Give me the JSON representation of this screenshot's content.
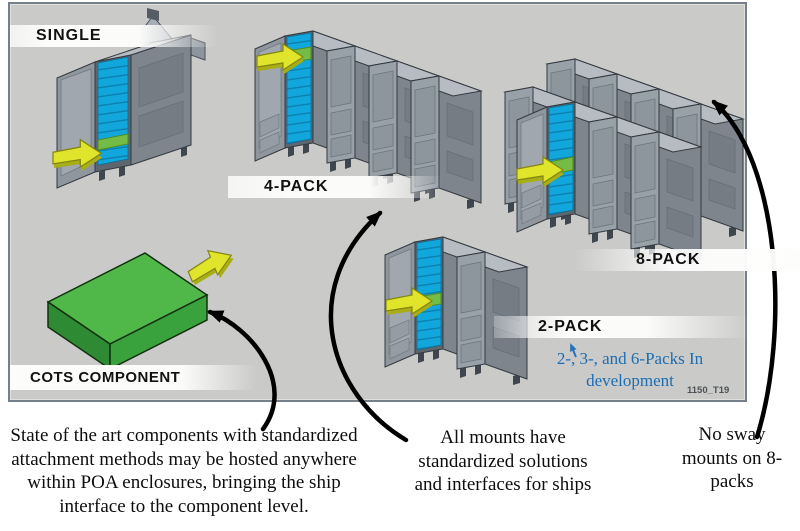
{
  "panel": {
    "labels": {
      "single": "SINGLE",
      "four_pack": "4-PACK",
      "two_pack": "2-PACK",
      "eight_pack": "8-PACK",
      "cots": "COTS COMPONENT"
    },
    "dev_note": {
      "line1": "2-, 3-, and 6-Packs In",
      "line2": "development"
    },
    "figure_id": "1150_T19"
  },
  "captions": {
    "cots_note": {
      "lines": [
        "State of the art components with standardized",
        "attachment methods may be hosted anywhere",
        "within POA enclosures, bringing the ship",
        "interface to the component level."
      ]
    },
    "mounts_note": {
      "lines": [
        "All mounts have",
        "standardized solutions",
        "and interfaces for ships"
      ]
    },
    "sway_note": {
      "lines": [
        "No sway",
        "mounts on 8-",
        "packs"
      ]
    }
  },
  "colors": {
    "panel_background": "#cacac8",
    "accent_blue_text": "#1c6db3",
    "enclosure_interior_blue": "#12a7dc",
    "component_insert_green": "#74bc45",
    "cots_box_green": "#4fb848",
    "insert_arrow_yellow": "#e0e42b",
    "annotation_arrow_black": "#000000"
  }
}
